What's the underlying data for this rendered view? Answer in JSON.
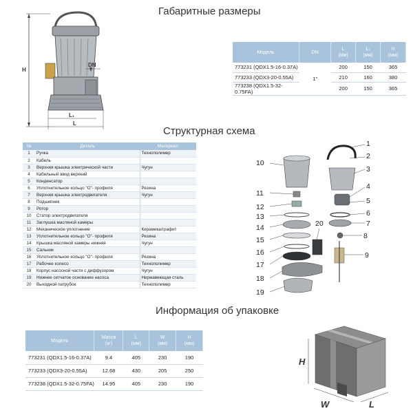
{
  "titles": {
    "dimensions": "Габаритные размеры",
    "structure": "Структурная схема",
    "packing": "Информация об упаковке"
  },
  "drawing_labels": {
    "H": "H",
    "L": "L",
    "L1": "L₁",
    "DN": "DN"
  },
  "dimensions_table": {
    "headers": {
      "model": "Модель",
      "dn": "DN",
      "l": "L",
      "l_unit": "(мм)",
      "l1": "L₁",
      "l1_unit": "(мм)",
      "h": "H",
      "h_unit": "(мм)"
    },
    "dn_value": "1\"",
    "rows": [
      {
        "model": "773231 (QDX1.5-16-0.37A)",
        "l": "200",
        "l1": "150",
        "h": "365"
      },
      {
        "model": "773233 (QDX3-20-0.55A)",
        "l": "210",
        "l1": "160",
        "h": "380"
      },
      {
        "model": "773238 (QDX1.5-32-0.75FA)",
        "l": "200",
        "l1": "150",
        "h": "365"
      }
    ]
  },
  "parts_table": {
    "headers": {
      "num": "№",
      "detail": "Деталь",
      "material": "Материал"
    },
    "rows": [
      {
        "n": "1",
        "detail": "Ручка",
        "material": "Технополимер"
      },
      {
        "n": "2",
        "detail": "Кабель",
        "material": ""
      },
      {
        "n": "3",
        "detail": "Верхняя крышка электрической части",
        "material": "Чугун"
      },
      {
        "n": "4",
        "detail": "Кабельный ввод верхний",
        "material": ""
      },
      {
        "n": "5",
        "detail": "Конденсатор",
        "material": ""
      },
      {
        "n": "6",
        "detail": "Уплотнительное кольцо \"О\"- профиля",
        "material": "Резина"
      },
      {
        "n": "7",
        "detail": "Верхняя крышка электродвигателя",
        "material": "Чугун"
      },
      {
        "n": "8",
        "detail": "Подшипник",
        "material": ""
      },
      {
        "n": "9",
        "detail": "Ротор",
        "material": ""
      },
      {
        "n": "10",
        "detail": "Статор электродвигателя",
        "material": ""
      },
      {
        "n": "11",
        "detail": "Заглушка масляной камеры",
        "material": ""
      },
      {
        "n": "12",
        "detail": "Механическое уплотнение",
        "material": "Керамика/графит"
      },
      {
        "n": "13",
        "detail": "Уплотнительное кольцо \"О\"- профиля",
        "material": "Резина"
      },
      {
        "n": "14",
        "detail": "Крышка масляной камеры нижняя",
        "material": "Чугун"
      },
      {
        "n": "15",
        "detail": "Сальник",
        "material": ""
      },
      {
        "n": "16",
        "detail": "Уплотнительное кольцо \"О\"- профиля",
        "material": "Резина"
      },
      {
        "n": "17",
        "detail": "Рабочее колесо",
        "material": "Технополимер"
      },
      {
        "n": "18",
        "detail": "Корпус насосной части с диффузором",
        "material": "Чугун"
      },
      {
        "n": "19",
        "detail": "Нижнее сетчатое основание насоса",
        "material": "Нержавеющая сталь"
      },
      {
        "n": "20",
        "detail": "Выходной патрубок",
        "material": "Технополимер"
      }
    ]
  },
  "callouts": [
    "1",
    "2",
    "3",
    "4",
    "5",
    "6",
    "7",
    "8",
    "9",
    "10",
    "11",
    "12",
    "13",
    "14",
    "15",
    "16",
    "17",
    "18",
    "19",
    "20"
  ],
  "packing_table": {
    "headers": {
      "model": "Модель",
      "mass": "Масса",
      "mass_unit": "(кг)",
      "l": "L",
      "l_unit": "(мм)",
      "w": "W",
      "w_unit": "(мм)",
      "h": "H",
      "h_unit": "(мм)"
    },
    "rows": [
      {
        "model": "773231 (QDX1.5-16-0.37A)",
        "mass": "9.4",
        "l": "405",
        "w": "230",
        "h": "190"
      },
      {
        "model": "773233 (QDX3-20-0.55A)",
        "mass": "12.68",
        "l": "430",
        "w": "205",
        "h": "250"
      },
      {
        "model": "773238 (QDX1.5-32-0.75FA)",
        "mass": "14.95",
        "l": "405",
        "w": "230",
        "h": "190"
      }
    ]
  },
  "box_labels": {
    "h": "H",
    "w": "W",
    "l": "L"
  },
  "colors": {
    "header_blue": "#a9c3dd",
    "row_alt": "#eef3f8",
    "box_gray": "#8a8a8a"
  }
}
